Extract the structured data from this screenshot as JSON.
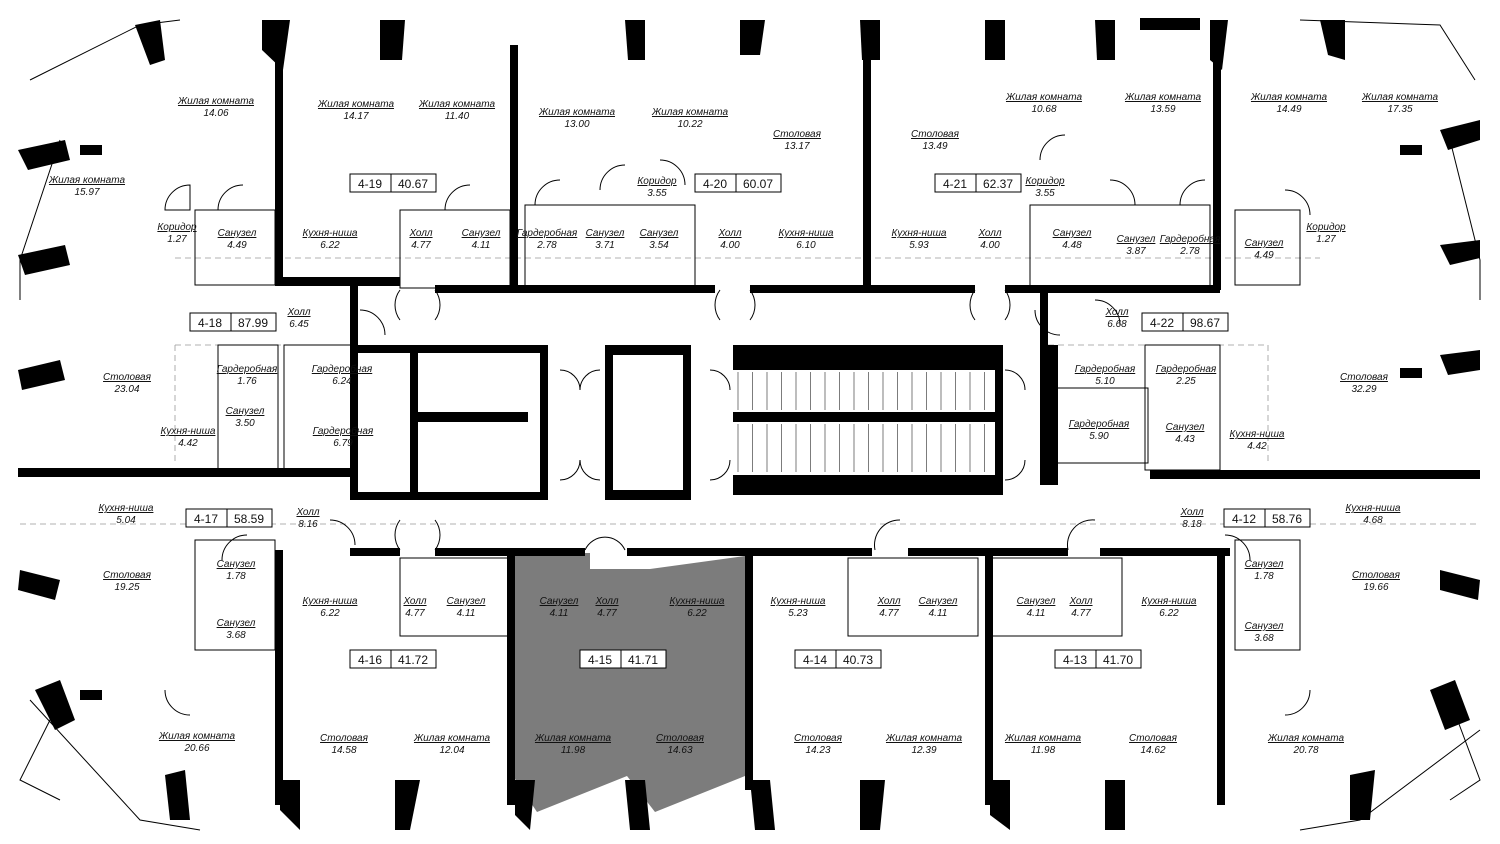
{
  "apartments": [
    {
      "id": "4-19",
      "area": "40.67"
    },
    {
      "id": "4-20",
      "area": "60.07"
    },
    {
      "id": "4-21",
      "area": "62.37"
    },
    {
      "id": "4-18",
      "area": "87.99"
    },
    {
      "id": "4-22",
      "area": "98.67"
    },
    {
      "id": "4-17",
      "area": "58.59"
    },
    {
      "id": "4-12",
      "area": "58.76"
    },
    {
      "id": "4-16",
      "area": "41.72"
    },
    {
      "id": "4-15",
      "area": "41.71"
    },
    {
      "id": "4-14",
      "area": "40.73"
    },
    {
      "id": "4-13",
      "area": "41.70"
    }
  ],
  "rooms": [
    {
      "name": "Жилая комната",
      "area": "14.06"
    },
    {
      "name": "Жилая комната",
      "area": "14.17"
    },
    {
      "name": "Жилая комната",
      "area": "11.40"
    },
    {
      "name": "Жилая комната",
      "area": "13.00"
    },
    {
      "name": "Жилая комната",
      "area": "10.22"
    },
    {
      "name": "Столовая",
      "area": "13.17"
    },
    {
      "name": "Столовая",
      "area": "13.49"
    },
    {
      "name": "Жилая комната",
      "area": "10.68"
    },
    {
      "name": "Жилая комната",
      "area": "13.59"
    },
    {
      "name": "Жилая комната",
      "area": "14.49"
    },
    {
      "name": "Жилая комната",
      "area": "17.35"
    },
    {
      "name": "Жилая комната",
      "area": "15.97"
    },
    {
      "name": "Коридор",
      "area": "3.55"
    },
    {
      "name": "Коридор",
      "area": "3.55"
    },
    {
      "name": "Коридор",
      "area": "1.27"
    },
    {
      "name": "Санузел",
      "area": "4.49"
    },
    {
      "name": "Кухня-ниша",
      "area": "6.22"
    },
    {
      "name": "Холл",
      "area": "4.77"
    },
    {
      "name": "Санузел",
      "area": "4.11"
    },
    {
      "name": "Гардеробная",
      "area": "2.78"
    },
    {
      "name": "Санузел",
      "area": "3.71"
    },
    {
      "name": "Санузел",
      "area": "3.54"
    },
    {
      "name": "Холл",
      "area": "4.00"
    },
    {
      "name": "Кухня-ниша",
      "area": "6.10"
    },
    {
      "name": "Кухня-ниша",
      "area": "5.93"
    },
    {
      "name": "Холл",
      "area": "4.00"
    },
    {
      "name": "Санузел",
      "area": "4.48"
    },
    {
      "name": "Санузел",
      "area": "3.87"
    },
    {
      "name": "Гардеробная",
      "area": "2.78"
    },
    {
      "name": "Санузел",
      "area": "4.49"
    },
    {
      "name": "Коридор",
      "area": "1.27"
    },
    {
      "name": "Холл",
      "area": "6.45"
    },
    {
      "name": "Холл",
      "area": "6.68"
    },
    {
      "name": "Столовая",
      "area": "23.04"
    },
    {
      "name": "Гардеробная",
      "area": "1.76"
    },
    {
      "name": "Гардеробная",
      "area": "6.24"
    },
    {
      "name": "Санузел",
      "area": "3.50"
    },
    {
      "name": "Кухня-ниша",
      "area": "4.42"
    },
    {
      "name": "Гардеробная",
      "area": "6.79"
    },
    {
      "name": "Гардеробная",
      "area": "5.10"
    },
    {
      "name": "Гардеробная",
      "area": "2.25"
    },
    {
      "name": "Столовая",
      "area": "32.29"
    },
    {
      "name": "Гардеробная",
      "area": "5.90"
    },
    {
      "name": "Санузел",
      "area": "4.43"
    },
    {
      "name": "Кухня-ниша",
      "area": "4.42"
    },
    {
      "name": "Кухня-ниша",
      "area": "5.04"
    },
    {
      "name": "Холл",
      "area": "8.16"
    },
    {
      "name": "Холл",
      "area": "8.18"
    },
    {
      "name": "Кухня-ниша",
      "area": "4.68"
    },
    {
      "name": "Санузел",
      "area": "1.78"
    },
    {
      "name": "Столовая",
      "area": "19.25"
    },
    {
      "name": "Санузел",
      "area": "3.68"
    },
    {
      "name": "Кухня-ниша",
      "area": "6.22"
    },
    {
      "name": "Холл",
      "area": "4.77"
    },
    {
      "name": "Санузел",
      "area": "4.11"
    },
    {
      "name": "Санузел",
      "area": "4.11"
    },
    {
      "name": "Холл",
      "area": "4.77"
    },
    {
      "name": "Кухня-ниша",
      "area": "6.22"
    },
    {
      "name": "Кухня-ниша",
      "area": "5.23"
    },
    {
      "name": "Холл",
      "area": "4.77"
    },
    {
      "name": "Санузел",
      "area": "4.11"
    },
    {
      "name": "Санузел",
      "area": "4.11"
    },
    {
      "name": "Холл",
      "area": "4.77"
    },
    {
      "name": "Кухня-ниша",
      "area": "6.22"
    },
    {
      "name": "Санузел",
      "area": "1.78"
    },
    {
      "name": "Столовая",
      "area": "19.66"
    },
    {
      "name": "Санузел",
      "area": "3.68"
    },
    {
      "name": "Жилая комната",
      "area": "20.66"
    },
    {
      "name": "Столовая",
      "area": "14.58"
    },
    {
      "name": "Жилая комната",
      "area": "12.04"
    },
    {
      "name": "Жилая комната",
      "area": "11.98"
    },
    {
      "name": "Столовая",
      "area": "14.63"
    },
    {
      "name": "Столовая",
      "area": "14.23"
    },
    {
      "name": "Жилая комната",
      "area": "12.39"
    },
    {
      "name": "Жилая комната",
      "area": "11.98"
    },
    {
      "name": "Столовая",
      "area": "14.62"
    },
    {
      "name": "Жилая комната",
      "area": "20.78"
    }
  ]
}
